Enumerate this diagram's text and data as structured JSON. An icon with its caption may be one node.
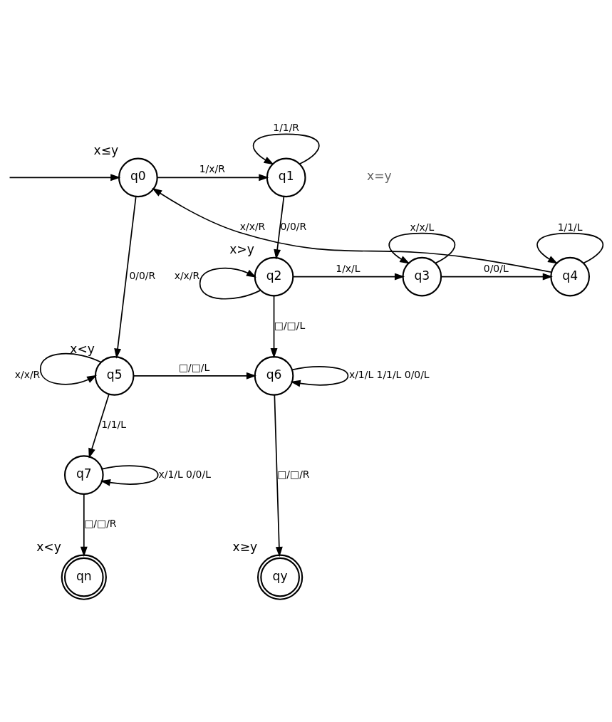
{
  "diagram": {
    "nodes": [
      {
        "text": [
          "q0"
        ],
        "beside": [
          "x≤y"
        ]
      },
      {
        "text": [
          "q1"
        ]
      },
      {
        "text": [
          "q2"
        ],
        "beside": [
          "x>y"
        ]
      },
      {
        "text": [
          "q3"
        ]
      },
      {
        "text": [
          "q4"
        ]
      },
      {
        "text": [
          "q5"
        ],
        "beside": [
          "x<y"
        ]
      },
      {
        "text": [
          "q6"
        ]
      },
      {
        "text": [
          "q7"
        ]
      },
      {
        "text": [
          "qy"
        ],
        "beside": [
          "x≥y"
        ]
      },
      {
        "text": [
          "qn"
        ],
        "beside": [
          "x<y"
        ]
      }
    ],
    "edges": [
      {
        "from": null,
        "to": 0,
        "arrow": "to"
      },
      {
        "from": 0,
        "to": 1,
        "arrow": "to",
        "label": "1/x/R"
      },
      {
        "from": 1,
        "to": 1,
        "arrow": "to",
        "label": "1/1/R"
      },
      {
        "from": 1,
        "to": 2,
        "arrow": "to",
        "label": "0/0/R"
      },
      {
        "from": 2,
        "to": 2,
        "arrow": "to",
        "label": "x/x/R"
      },
      {
        "from": 3,
        "to": 3,
        "arrow": "to",
        "label": "x/x/L"
      },
      {
        "from": 2,
        "to": 3,
        "arrow": "to",
        "label": "1/x/L"
      },
      {
        "from": 4,
        "to": 4,
        "arrow": "to",
        "label": "1/1/L"
      },
      {
        "from": 3,
        "to": 4,
        "arrow": "to",
        "label": "0/0/L"
      },
      {
        "from": 4,
        "to": 0,
        "arrow": "to",
        "label": "x/x/R"
      },
      {
        "from": 0,
        "to": 5,
        "arrow": "to",
        "label": "0/0/R"
      },
      {
        "from": 2,
        "to": 6,
        "arrow": "to",
        "label": "□/□/L"
      },
      {
        "from": 5,
        "to": 5,
        "arrow": "to",
        "label": "x/x/R"
      },
      {
        "from": 5,
        "to": 6,
        "arrow": "to",
        "label": "□/□/L"
      },
      {
        "from": 6,
        "to": 6,
        "arrow": "to",
        "label": "x/1/L 1/1/L 0/0/L"
      },
      {
        "from": 5,
        "to": 7,
        "arrow": "to",
        "label": "1/1/L"
      },
      {
        "from": 7,
        "to": 7,
        "arrow": "to",
        "label": "x/1/L 0/0/L"
      },
      {
        "from": 6,
        "to": 8,
        "arrow": "to",
        "label": "□/□/R"
      },
      {
        "from": 7,
        "to": 9,
        "arrow": "to",
        "label": "□/□/R"
      }
    ],
    "labels": [
      "x=y"
    ]
  }
}
